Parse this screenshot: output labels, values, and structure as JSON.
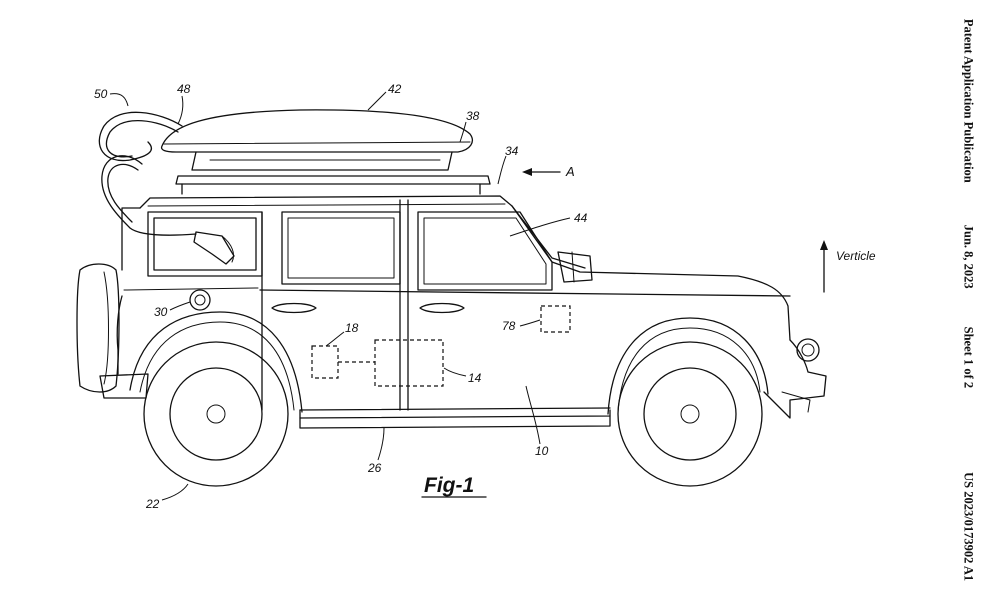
{
  "header": {
    "publication": "Patent Application Publication",
    "date": "Jun. 8, 2023",
    "sheet": "Sheet 1 of 2",
    "number": "US 2023/0173902 A1"
  },
  "figure": {
    "caption": "Fig-1",
    "direction_label": "Verticle",
    "view_label": "A",
    "refs": {
      "r10": "10",
      "r14": "14",
      "r18": "18",
      "r22": "22",
      "r26": "26",
      "r30": "30",
      "r34": "34",
      "r38": "38",
      "r42": "42",
      "r44": "44",
      "r48": "48",
      "r50": "50",
      "r78": "78"
    }
  }
}
